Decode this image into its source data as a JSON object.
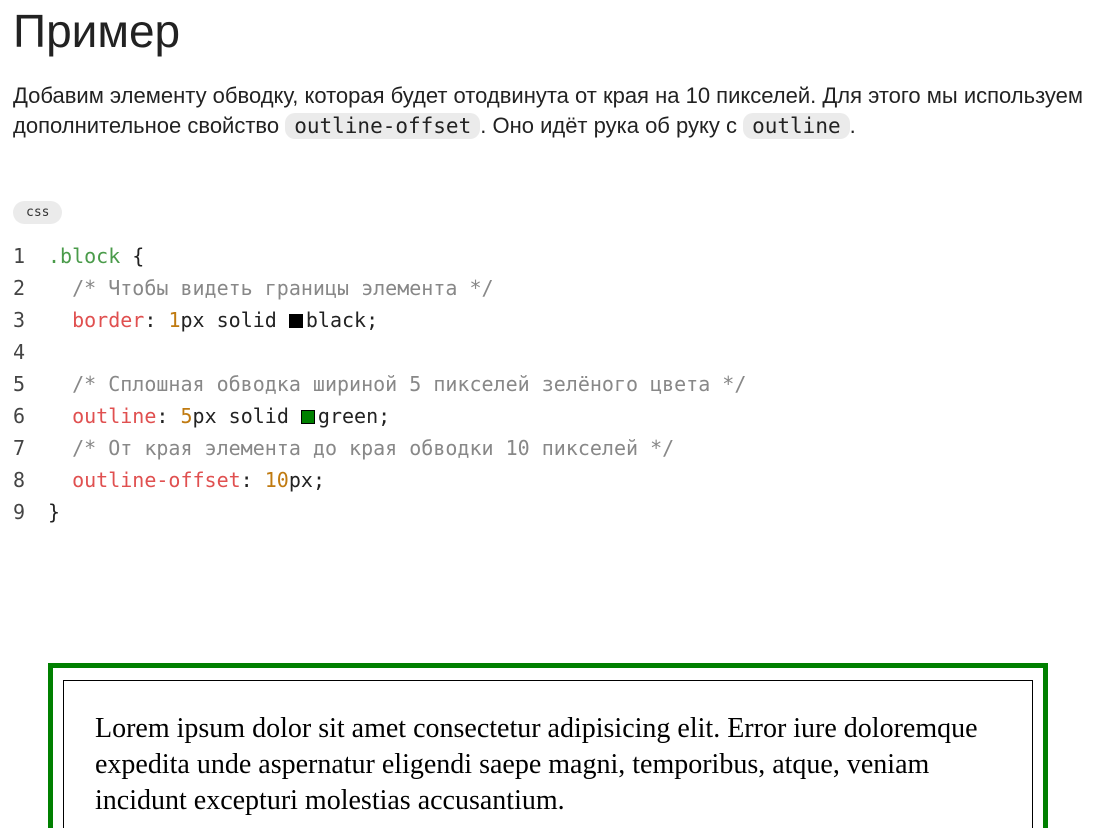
{
  "title": "Пример",
  "intro": {
    "part1": "Добавим элементу обводку, которая будет отодвинута от края на 10 пикселей. Для этого мы используем дополнительное свойство ",
    "code1": "outline-offset",
    "part2": ". Оно идёт рука об руку с ",
    "code2": "outline",
    "part3": "."
  },
  "code_lang": "css",
  "code": {
    "l1_sel": ".block",
    "l1_brace": " {",
    "l2": "/* Чтобы видеть границы элемента */",
    "l3_prop": "border",
    "l3_num": "1",
    "l3_rest": "px solid ",
    "l3_color": "black",
    "l3_swatch": "#000000",
    "l5": "/* Сплошная обводка шириной 5 пикселей зелёного цвета */",
    "l6_prop": "outline",
    "l6_num": "5",
    "l6_rest": "px solid ",
    "l6_color": "green",
    "l6_swatch": "#008000",
    "l7": "/* От края элемента до края обводки 10 пикселей */",
    "l8_prop": "outline-offset",
    "l8_num": "10",
    "l8_rest": "px;",
    "l9": "}",
    "line_numbers": [
      "1",
      "2",
      "3",
      "4",
      "5",
      "6",
      "7",
      "8",
      "9"
    ]
  },
  "demo_text": "Lorem ipsum dolor sit amet consectetur adipisicing elit. Error iure doloremque expedita unde aspernatur eligendi saepe magni, temporibus, atque, veniam incidunt excepturi molestias accusantium."
}
